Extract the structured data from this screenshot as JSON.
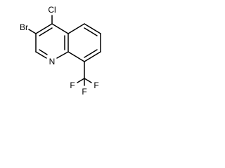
{
  "molecule": {
    "atoms": {
      "chlorine": "Cl",
      "bromine": "Br",
      "nitrogen": "N",
      "fluorine_1": "F",
      "fluorine_2": "F",
      "fluorine_3": "F"
    },
    "colors": {
      "bond": "#000000",
      "label": "#000000",
      "background": "#ffffff"
    }
  }
}
